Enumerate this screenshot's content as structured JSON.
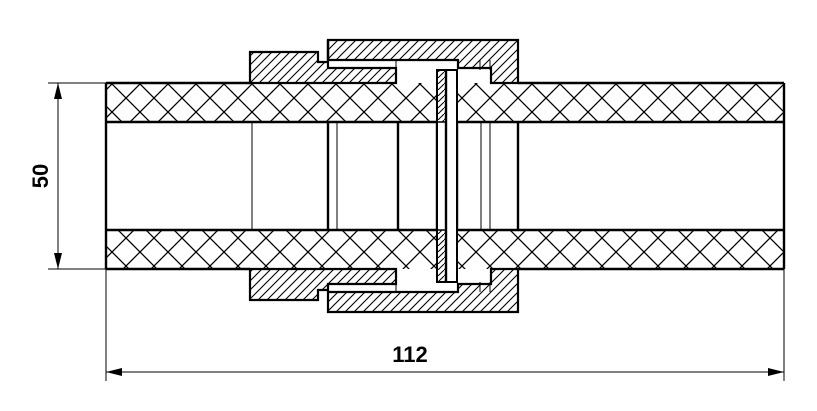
{
  "drawing": {
    "type": "technical-section-drawing",
    "dimensions": {
      "height_label": "50",
      "length_label": "112"
    },
    "line_color": "#000000",
    "background": "#ffffff"
  }
}
